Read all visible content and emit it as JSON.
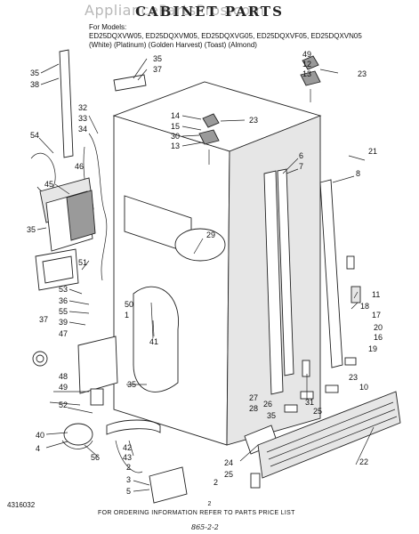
{
  "header": {
    "watermark": "AppliancePartsPros.com",
    "title": "CABINET PARTS",
    "for_models_label": "For Models:",
    "models": "ED25DQXVW05, ED25DQXVM05, ED25DQXVG05, ED25DQXVF05, ED25DQXVN05",
    "colors": "(White)          (Platinum)     (Golden Harvest)    (Toast)     (Almond)"
  },
  "callouts": [
    "35",
    "38",
    "54",
    "45",
    "35",
    "46",
    "32",
    "33",
    "34",
    "51",
    "53",
    "36",
    "55",
    "39",
    "37",
    "47",
    "48",
    "49",
    "40",
    "4",
    "56",
    "52",
    "35",
    "42",
    "43",
    "2",
    "3",
    "5",
    "35",
    "37",
    "14",
    "15",
    "30",
    "13",
    "23",
    "6",
    "7",
    "8",
    "29",
    "41",
    "31",
    "27",
    "28",
    "26",
    "35",
    "25",
    "24",
    "25",
    "11",
    "18",
    "17",
    "20",
    "16",
    "19",
    "10",
    "23",
    "21",
    "22",
    "49",
    "12",
    "13",
    "23",
    "50",
    "1",
    "2"
  ],
  "footer": {
    "doc_number": "4316032",
    "page_number": "2",
    "note": "FOR ORDERING INFORMATION REFER TO PARTS PRICE LIST",
    "handwritten": "865-2-2"
  }
}
